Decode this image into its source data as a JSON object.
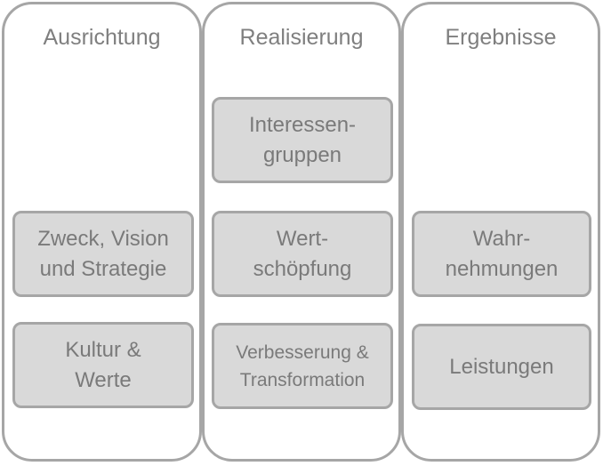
{
  "columns": [
    {
      "title": "Ausrichtung",
      "boxes": [
        {
          "label": "Zweck, Vision\nund Strategie"
        },
        {
          "label": "Kultur &\nWerte"
        }
      ]
    },
    {
      "title": "Realisierung",
      "boxes": [
        {
          "label": "Interessen-\ngruppen"
        },
        {
          "label": "Wert-\nschöpfung"
        },
        {
          "label": "Verbesserung &\nTransformation"
        }
      ]
    },
    {
      "title": "Ergebnisse",
      "boxes": [
        {
          "label": "Wahr-\nnehmungen"
        },
        {
          "label": "Leistungen"
        }
      ]
    }
  ],
  "colors": {
    "column_border": "#a6a6a6",
    "box_fill": "#d9d9d9",
    "box_border": "#a6a6a6",
    "text": "#7a7a7a"
  }
}
